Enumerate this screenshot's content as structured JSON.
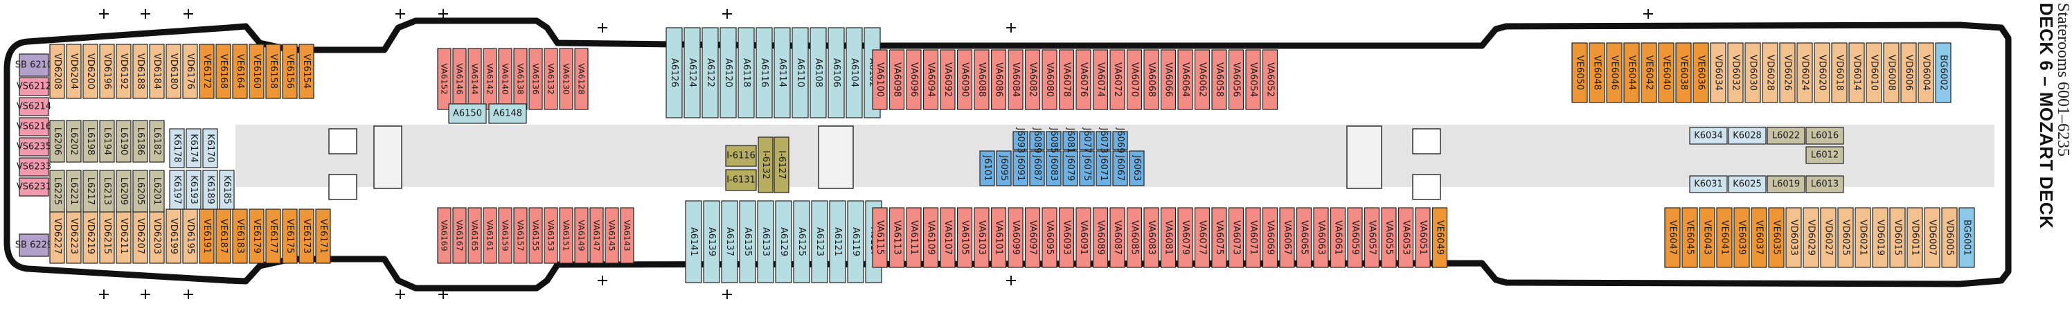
{
  "deck_title": "DECK 6 – MOZART DECK",
  "deck_subtitle": "Staterooms 6001–6235",
  "colors": {
    "VS": "#f19aad",
    "VD": "#f2c18e",
    "VE": "#ee9536",
    "VA": "#f28c84",
    "SB": "#b3a1cc",
    "OI": "#c7b89a",
    "LI": "#c7c2a4",
    "K": "#cfe3ef",
    "J": "#6fb0e2",
    "I": "#b6ad5e",
    "A": "#b6dde2",
    "BG": "#8cc8ea"
  },
  "rooms": {
    "aft_vs": [
      "VS6212",
      "VS6214",
      "VS6216",
      "VS6235",
      "VS6233",
      "VS6231"
    ],
    "aft_sb": [
      "SB 6210",
      "SB 6229"
    ],
    "upper_aft": [
      "VD6208",
      "VD6204",
      "VD6200",
      "VD6196",
      "VD6192",
      "VD6188",
      "VD6184",
      "VD6180",
      "VD6176",
      "VE6172",
      "VE6168",
      "VE6164",
      "VE6160",
      "VE6158",
      "VE6156",
      "VE6154"
    ],
    "upper_aft_marks": [
      "",
      "",
      "",
      "",
      "",
      "",
      "",
      "",
      "",
      "",
      "",
      "",
      "",
      "*",
      "",
      ""
    ],
    "lower_aft": [
      "VD6227",
      "VD6223",
      "VD6219",
      "VD6215",
      "VD6211",
      "VD6207",
      "VD6203",
      "VD6199",
      "VD6195",
      "VE6191",
      "VE6187",
      "VE6183",
      "VE6179",
      "VE6177",
      "VE6175",
      "VE6173",
      "VE6171"
    ],
    "inner_aft_top": [
      "L6206",
      "L6202",
      "L6198",
      "L6194",
      "L6190",
      "L6186",
      "L6182"
    ],
    "inner_aft_bot": [
      "L6225",
      "L6221",
      "L6217",
      "L6213",
      "L6209",
      "L6205",
      "L6201"
    ],
    "k_aft_top": [
      "K6178",
      "K6174",
      "K6170"
    ],
    "k_aft_bot": [
      "K6197",
      "K6193",
      "K6189",
      "K6185"
    ],
    "va_upper_mid": [
      "VA6152",
      "VA6146",
      "VA6144",
      "VA6142",
      "VA6140",
      "VA6138",
      "VA6136",
      "VA6132",
      "VA6130",
      "VA6128"
    ],
    "va_lower_mid": [
      "VA6169",
      "VA6167",
      "VA6165",
      "VA6161",
      "VA6159",
      "VA6157",
      "VA6155",
      "VA6153",
      "VA6151",
      "VA6149",
      "VA6147",
      "VA6145",
      "VA6143"
    ],
    "a_small": [
      "A6150",
      "A6148"
    ],
    "a_upper": [
      "A6126",
      "A6124",
      "A6122",
      "A6120",
      "A6118",
      "A6116",
      "A6114",
      "A6110",
      "A6108",
      "A6106",
      "A6104",
      "A6102"
    ],
    "a_lower": [
      "A6141",
      "A6139",
      "A6137",
      "A6135",
      "A6133",
      "A6129",
      "A6125",
      "A6123",
      "A6121",
      "A6119",
      "A6117"
    ],
    "i_center": [
      "I-6116",
      "I-6131",
      "I-6132",
      "I-6127"
    ],
    "va_upper_fwd": [
      "VA6100",
      "VA6098",
      "VA6096",
      "VA6094",
      "VA6092",
      "VA6090",
      "VA6088",
      "VA6086",
      "VA6084",
      "VA6082",
      "VA6080",
      "VA6078",
      "VA6076",
      "VA6074",
      "VA6072",
      "VA6070",
      "VA6068",
      "VA6066",
      "VA6064",
      "VA6062",
      "VA6058",
      "VA6056",
      "VA6054",
      "VA6052"
    ],
    "va_lower_fwd": [
      "VA6115",
      "VA6113",
      "VA6111",
      "VA6109",
      "VA6107",
      "VA6105",
      "VA6103",
      "VA6101",
      "VA6099",
      "VA6097",
      "VA6095",
      "VA6093",
      "VA6091",
      "VA6089",
      "VA6087",
      "VA6085",
      "VA6083",
      "VA6081",
      "VA6079",
      "VA6077",
      "VA6075",
      "VA6073",
      "VA6071",
      "VA6069",
      "VA6067",
      "VA6065",
      "VA6063",
      "VA6061",
      "VA6059",
      "VA6057",
      "VA6055",
      "VA6053",
      "VA6051",
      "VE6049"
    ],
    "j_center": [
      "J6101",
      "J6095",
      "J6091",
      "J6087",
      "J6083",
      "J6079",
      "J6075",
      "J6071",
      "J6067",
      "J6063"
    ],
    "j_center_top": [
      "J6093",
      "J6089",
      "J6085",
      "J6081",
      "J6077",
      "J6073",
      "J6069"
    ],
    "ve_upper_fwd": [
      "VE6050",
      "VE6048",
      "VE6046",
      "VE6044",
      "VE6042",
      "VE6040",
      "VE6038",
      "VE6036",
      "VD6034",
      "VD6032",
      "VD6030",
      "VD6028",
      "VD6026",
      "VD6024",
      "VD6020",
      "VD6018",
      "VD6014",
      "VD6010",
      "VD6008",
      "VD6006",
      "VD6004",
      "BG6002"
    ],
    "ve_lower_fwd": [
      "VE6047",
      "VE6045",
      "VE6043",
      "VE6041",
      "VE6039",
      "VE6037",
      "VE6035",
      "VD6033",
      "VD6029",
      "VD6027",
      "VD6025",
      "VD6021",
      "VD6019",
      "VD6015",
      "VD6011",
      "VD6007",
      "VD6005",
      "BG6001"
    ],
    "k_fwd_top": [
      "K6034",
      "K6028",
      "L6022",
      "L6016",
      "L6012"
    ],
    "k_fwd_bot": [
      "K6031",
      "K6025",
      "L6019",
      "L6013"
    ]
  }
}
